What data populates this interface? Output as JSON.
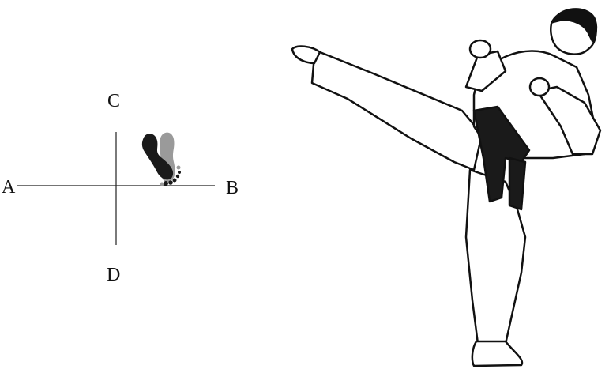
{
  "diagram": {
    "labels": {
      "a": "A",
      "b": "B",
      "c": "C",
      "d": "D"
    },
    "colors": {
      "ink": "#111111",
      "footprint_dark": "#1a1a1a",
      "footprint_light": "#9a9a9a",
      "belt": "#1a1a1a"
    }
  }
}
